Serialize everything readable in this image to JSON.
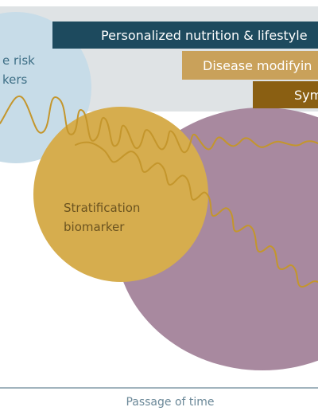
{
  "bars": [
    {
      "label": "Personalized nutrition & lifestyle",
      "color": "#1d4a5e",
      "text_color": "#ffffff"
    },
    {
      "label": "Disease modifyin",
      "color": "#c9a15a",
      "text_color": "#ffffff"
    },
    {
      "label": "Sym",
      "color": "#8a5f12",
      "text_color": "#ffffff"
    }
  ],
  "circles": [
    {
      "lines": [
        "e risk",
        "kers"
      ],
      "color": "#c7dce8",
      "text_color": "#3d6e85"
    },
    {
      "lines": [
        "Stratification",
        "biomarker"
      ],
      "color": "#d6ad4e",
      "text_color": "#6b5320"
    }
  ],
  "large_ellipse": {
    "color": "#a8899f"
  },
  "background_band": {
    "color": "#dfe3e5"
  },
  "wavy_line": {
    "color": "#c4962c"
  },
  "axis": {
    "label": "Passage of time",
    "color": "#6b8898"
  }
}
